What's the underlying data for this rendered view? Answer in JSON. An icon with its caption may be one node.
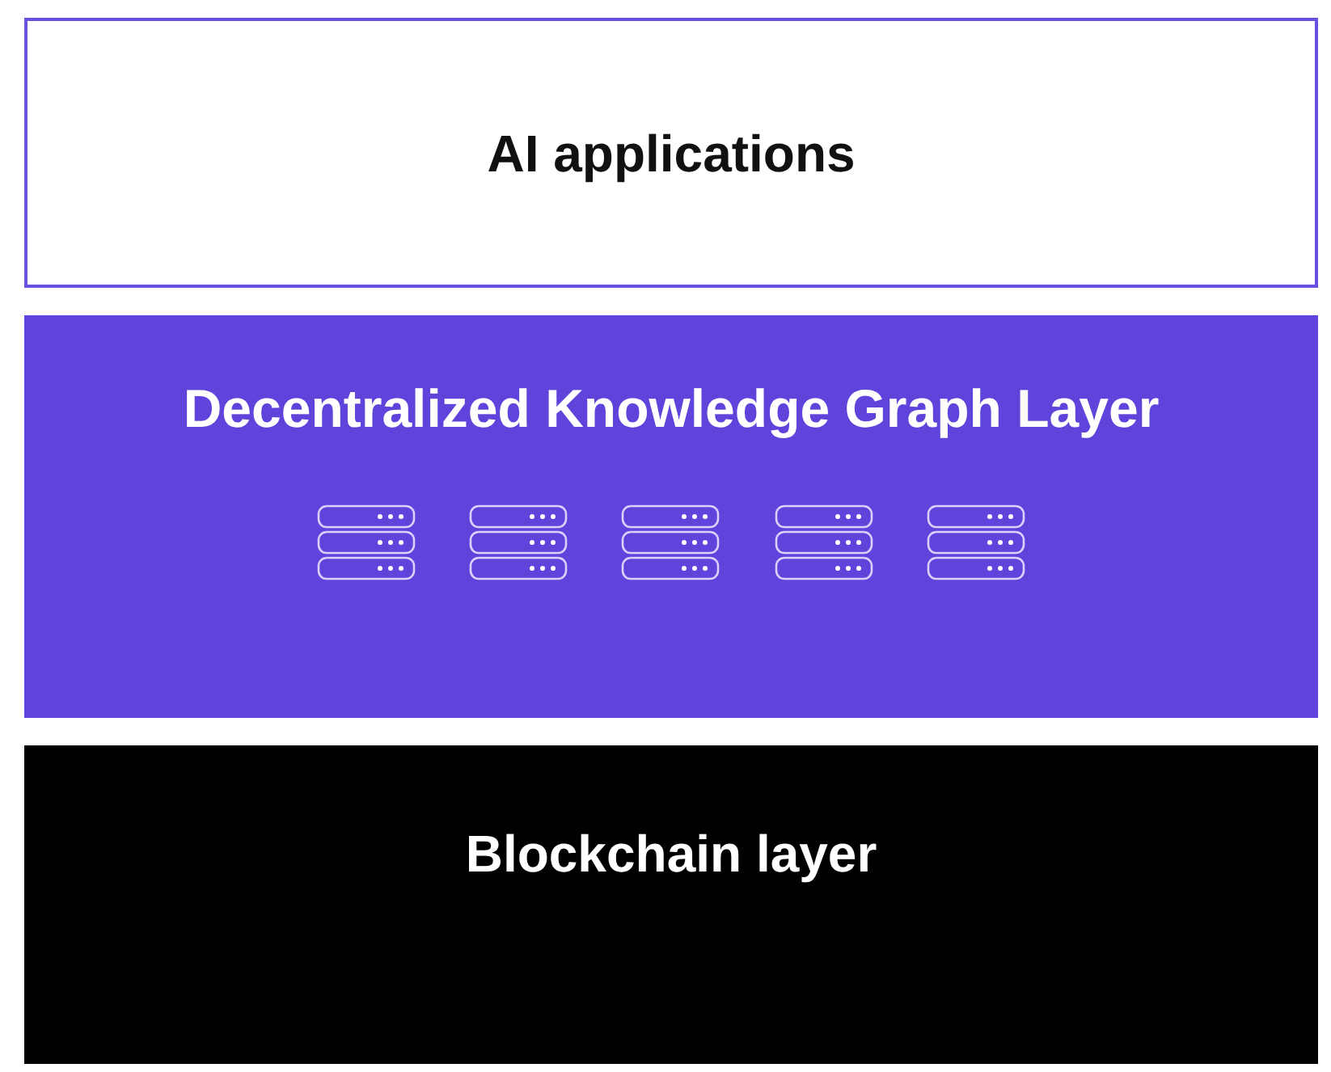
{
  "diagram": {
    "nodes": [
      {
        "text": [
          "AI applications"
        ]
      },
      {
        "text": [
          "Decentralized Knowledge Graph Layer"
        ]
      },
      {
        "text": [
          "Blockchain layer"
        ]
      }
    ]
  }
}
